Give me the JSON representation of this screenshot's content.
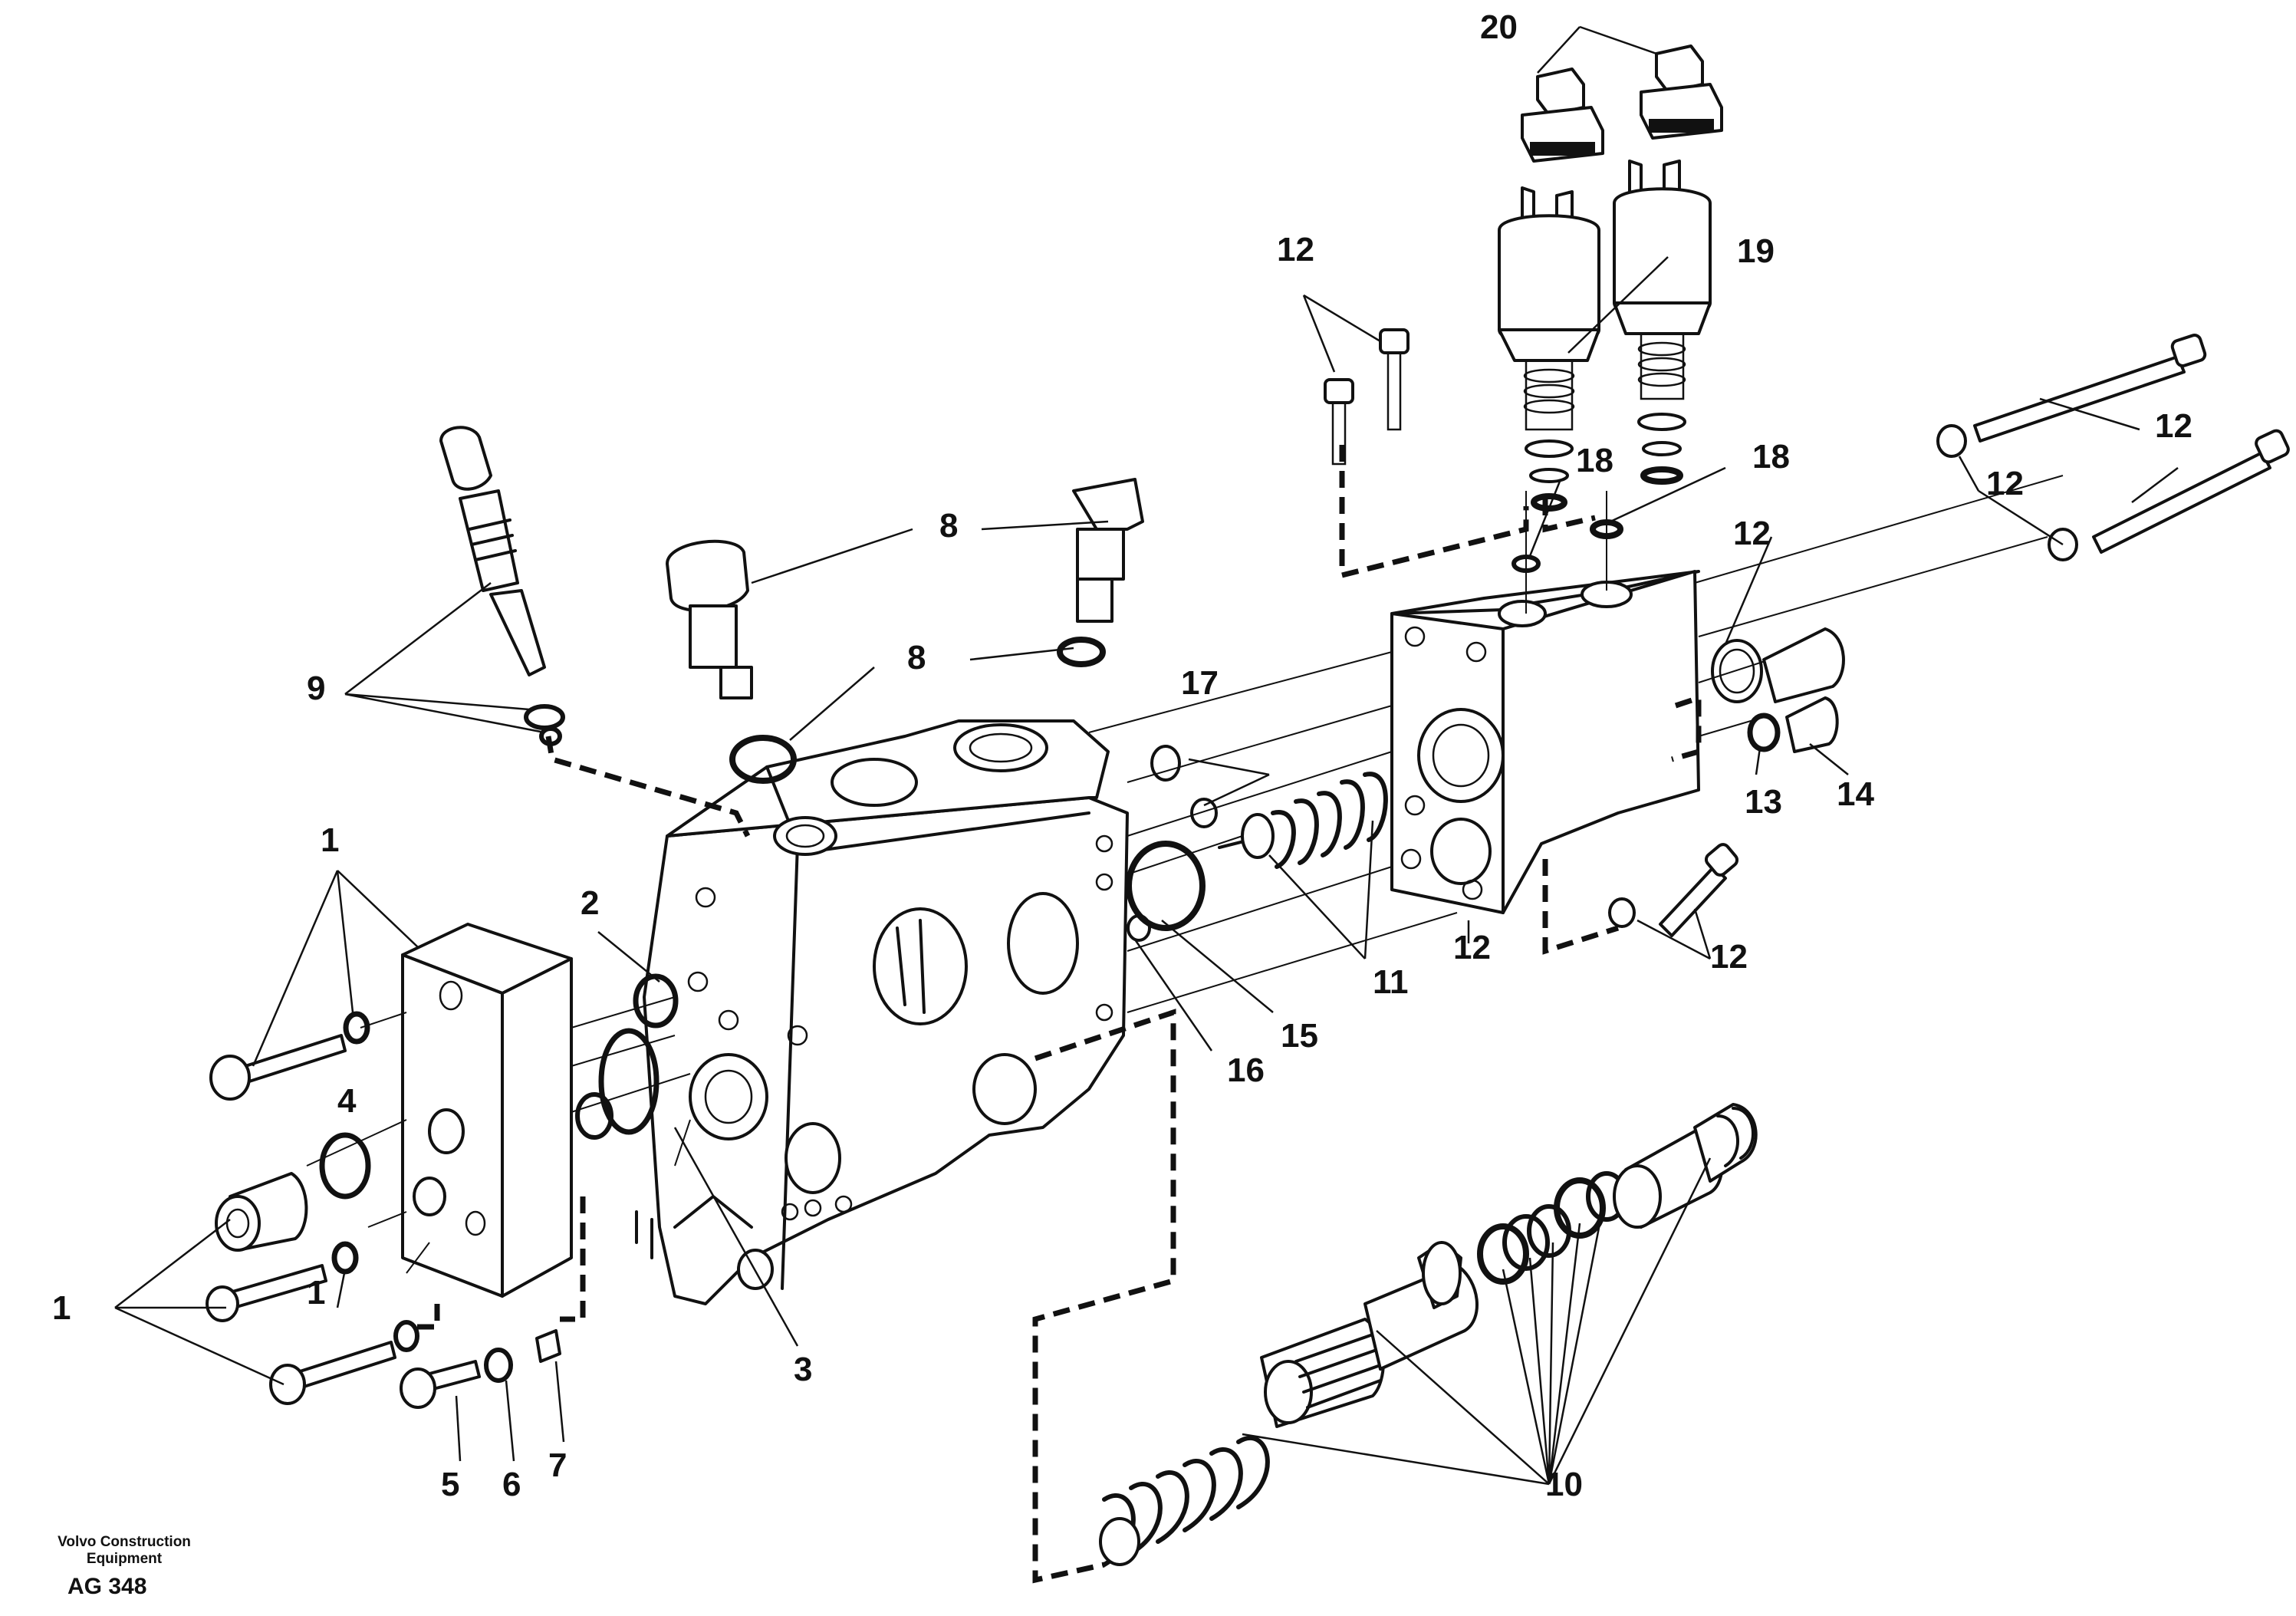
{
  "callouts": {
    "c1": "1",
    "c2": "2",
    "c3": "3",
    "c4": "4",
    "c5": "5",
    "c6": "6",
    "c7": "7",
    "c8": "8",
    "c9": "9",
    "c10": "10",
    "c11": "11",
    "c12": "12",
    "c13": "13",
    "c14": "14",
    "c15": "15",
    "c16": "16",
    "c17": "17",
    "c18": "18",
    "c19": "19",
    "c20": "20"
  },
  "footer": {
    "brand_line1": "Volvo Construction",
    "brand_line2": "Equipment",
    "code": "AG 348"
  }
}
